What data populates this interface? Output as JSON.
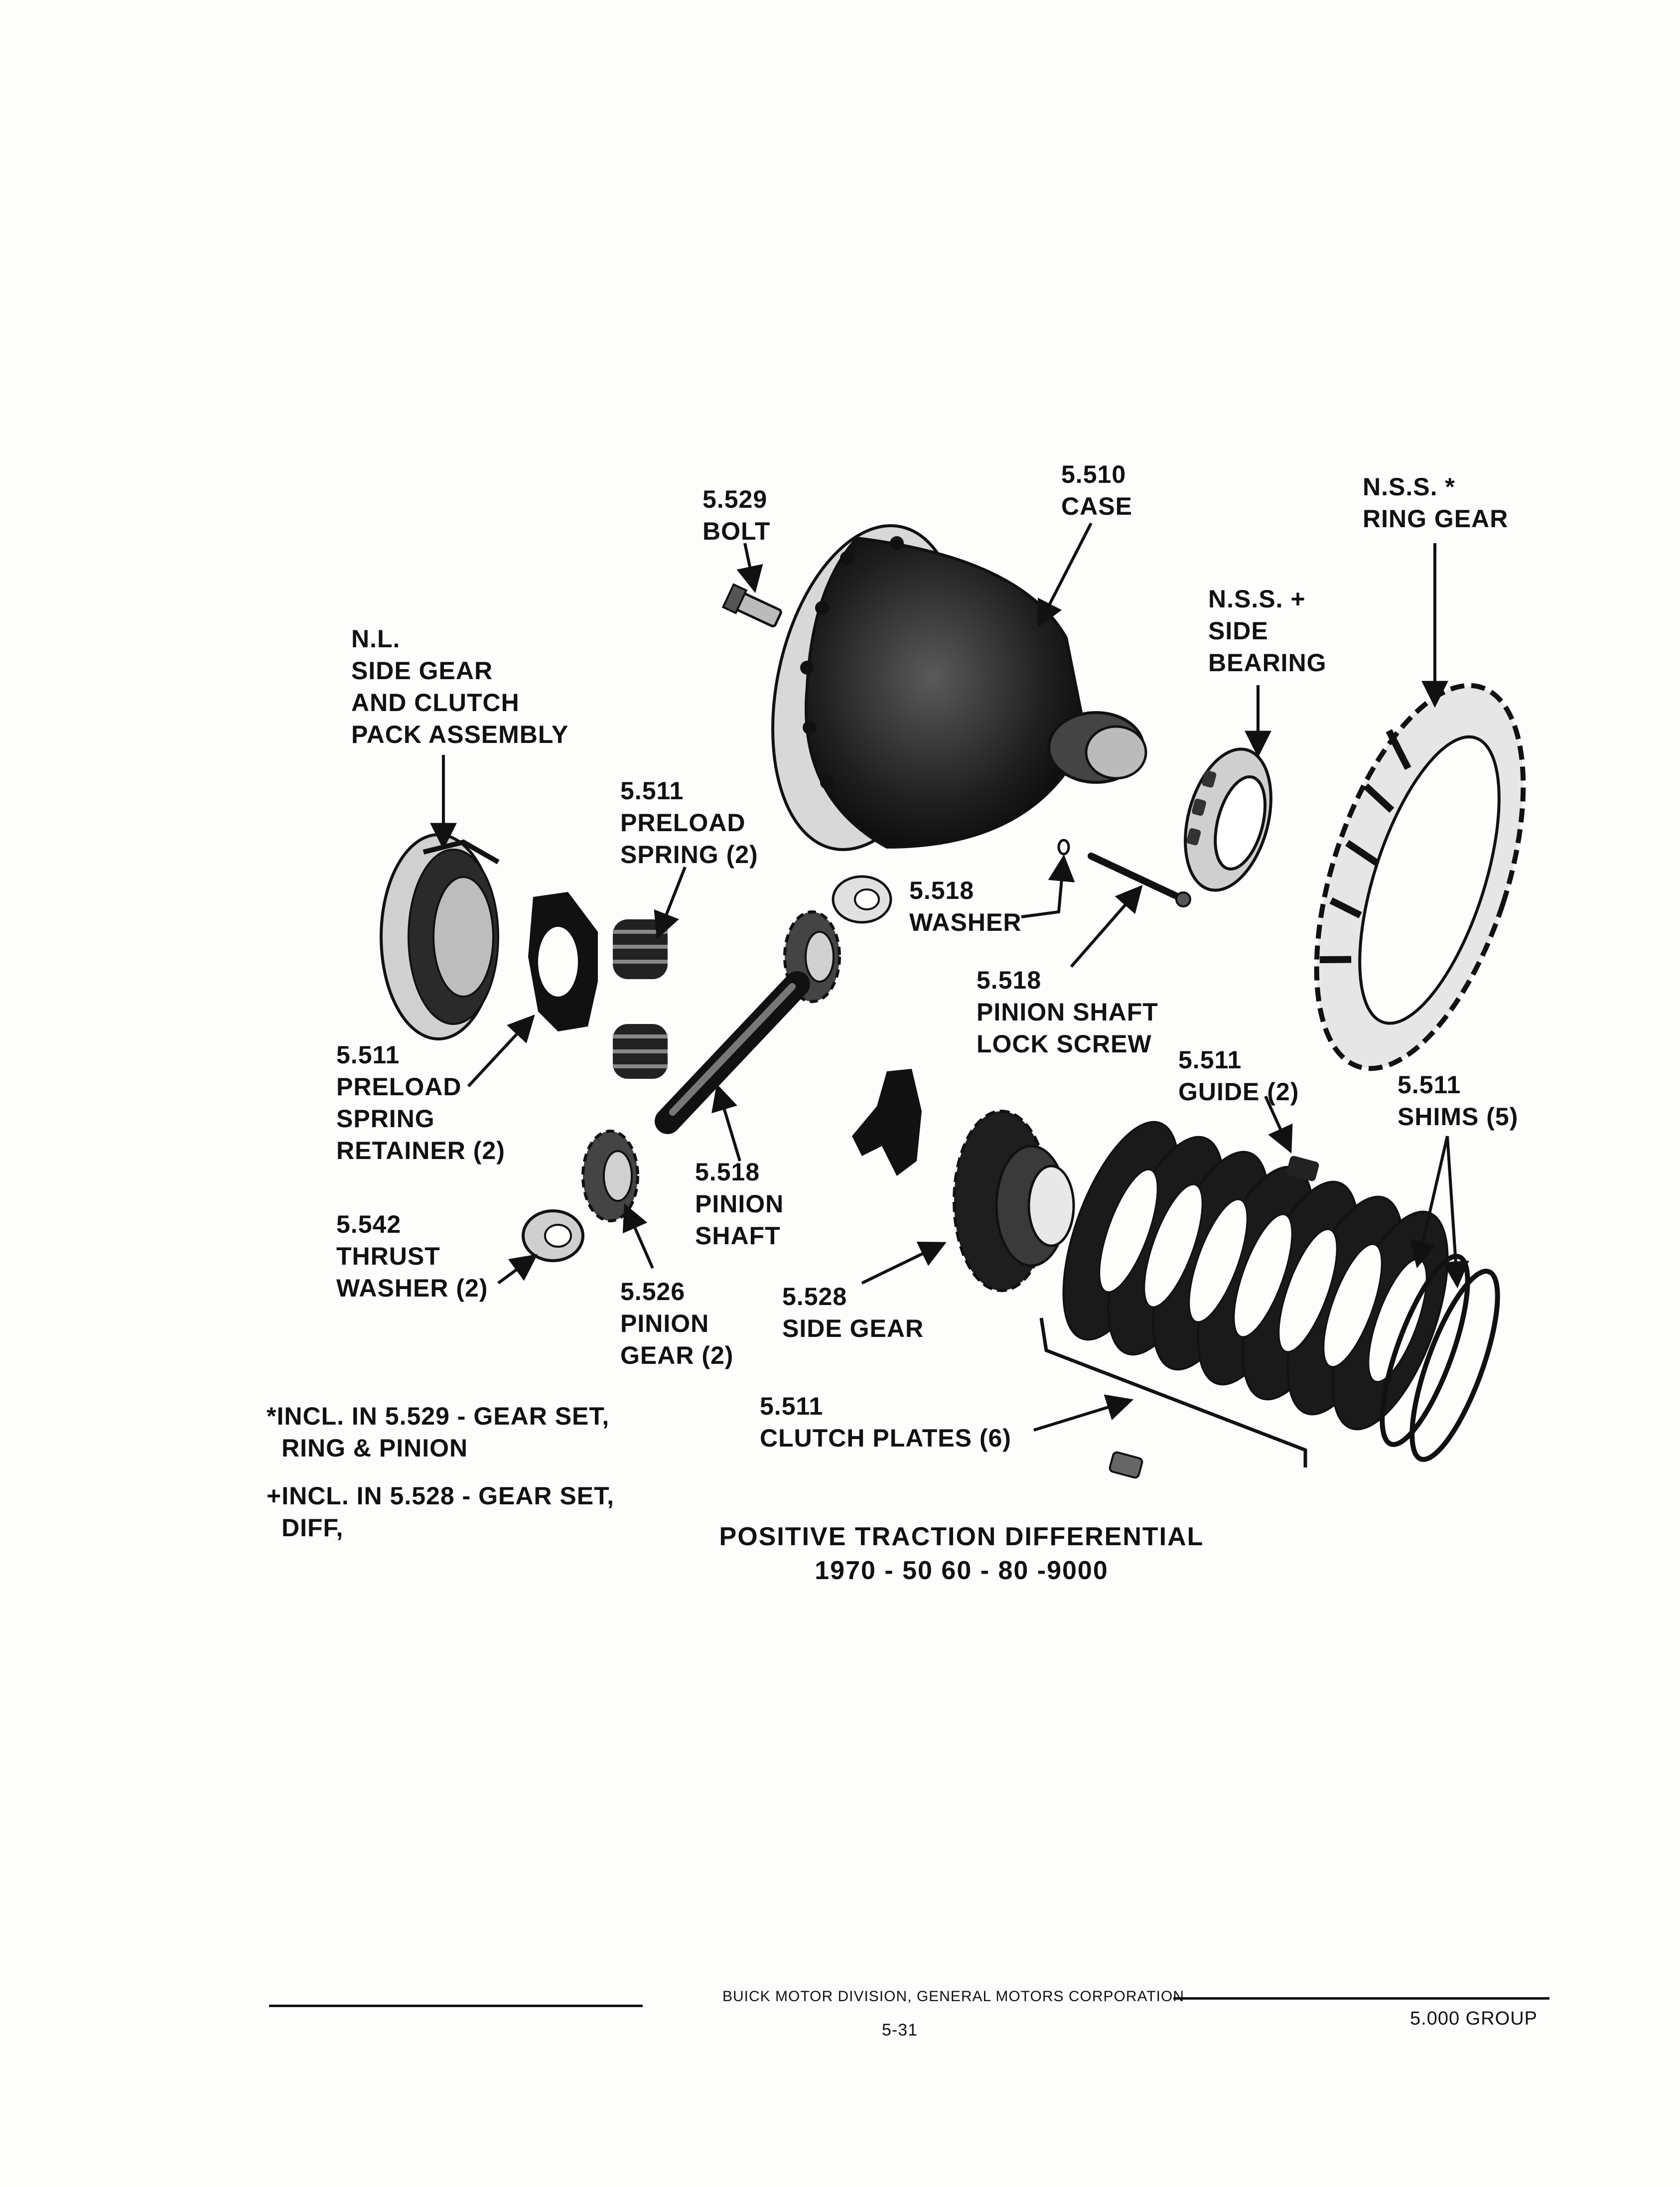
{
  "labels": {
    "case": [
      "5.510",
      "CASE"
    ],
    "bolt": [
      "5.529",
      "BOLT"
    ],
    "ring_gear": [
      "N.S.S. *",
      "RING GEAR"
    ],
    "side_bearing": [
      "N.S.S. +",
      "SIDE",
      "BEARING"
    ],
    "clutch_pack": [
      "N.L.",
      "SIDE GEAR",
      "AND CLUTCH",
      "PACK ASSEMBLY"
    ],
    "preload_spring": [
      "5.511",
      "PRELOAD",
      "SPRING (2)"
    ],
    "washer": [
      "5.518",
      "WASHER"
    ],
    "lock_screw": [
      "5.518",
      "PINION SHAFT",
      "LOCK SCREW"
    ],
    "spring_retainer": [
      "5.511",
      "PRELOAD",
      "SPRING",
      "RETAINER (2)"
    ],
    "guide": [
      "5.511",
      "GUIDE (2)"
    ],
    "shims": [
      "5.511",
      "SHIMS (5)"
    ],
    "pinion_shaft": [
      "5.518",
      "PINION",
      "SHAFT"
    ],
    "thrust_washer": [
      "5.542",
      "THRUST",
      "WASHER (2)"
    ],
    "pinion_gear": [
      "5.526",
      "PINION",
      "GEAR (2)"
    ],
    "side_gear": [
      "5.528",
      "SIDE GEAR"
    ],
    "clutch_plates": [
      "5.511",
      "CLUTCH PLATES (6)"
    ]
  },
  "notes": {
    "note1": [
      "*INCL. IN 5.529 - GEAR SET,",
      "RING & PINION"
    ],
    "note2": [
      "+INCL. IN 5.528 - GEAR SET,",
      "DIFF,"
    ]
  },
  "caption": [
    "POSITIVE TRACTION DIFFERENTIAL",
    "1970 - 50 60 - 80 -9000"
  ],
  "footer": {
    "publisher": "BUICK MOTOR DIVISION, GENERAL MOTORS CORPORATION",
    "page_number": "5-31",
    "group": "5.000 GROUP"
  }
}
